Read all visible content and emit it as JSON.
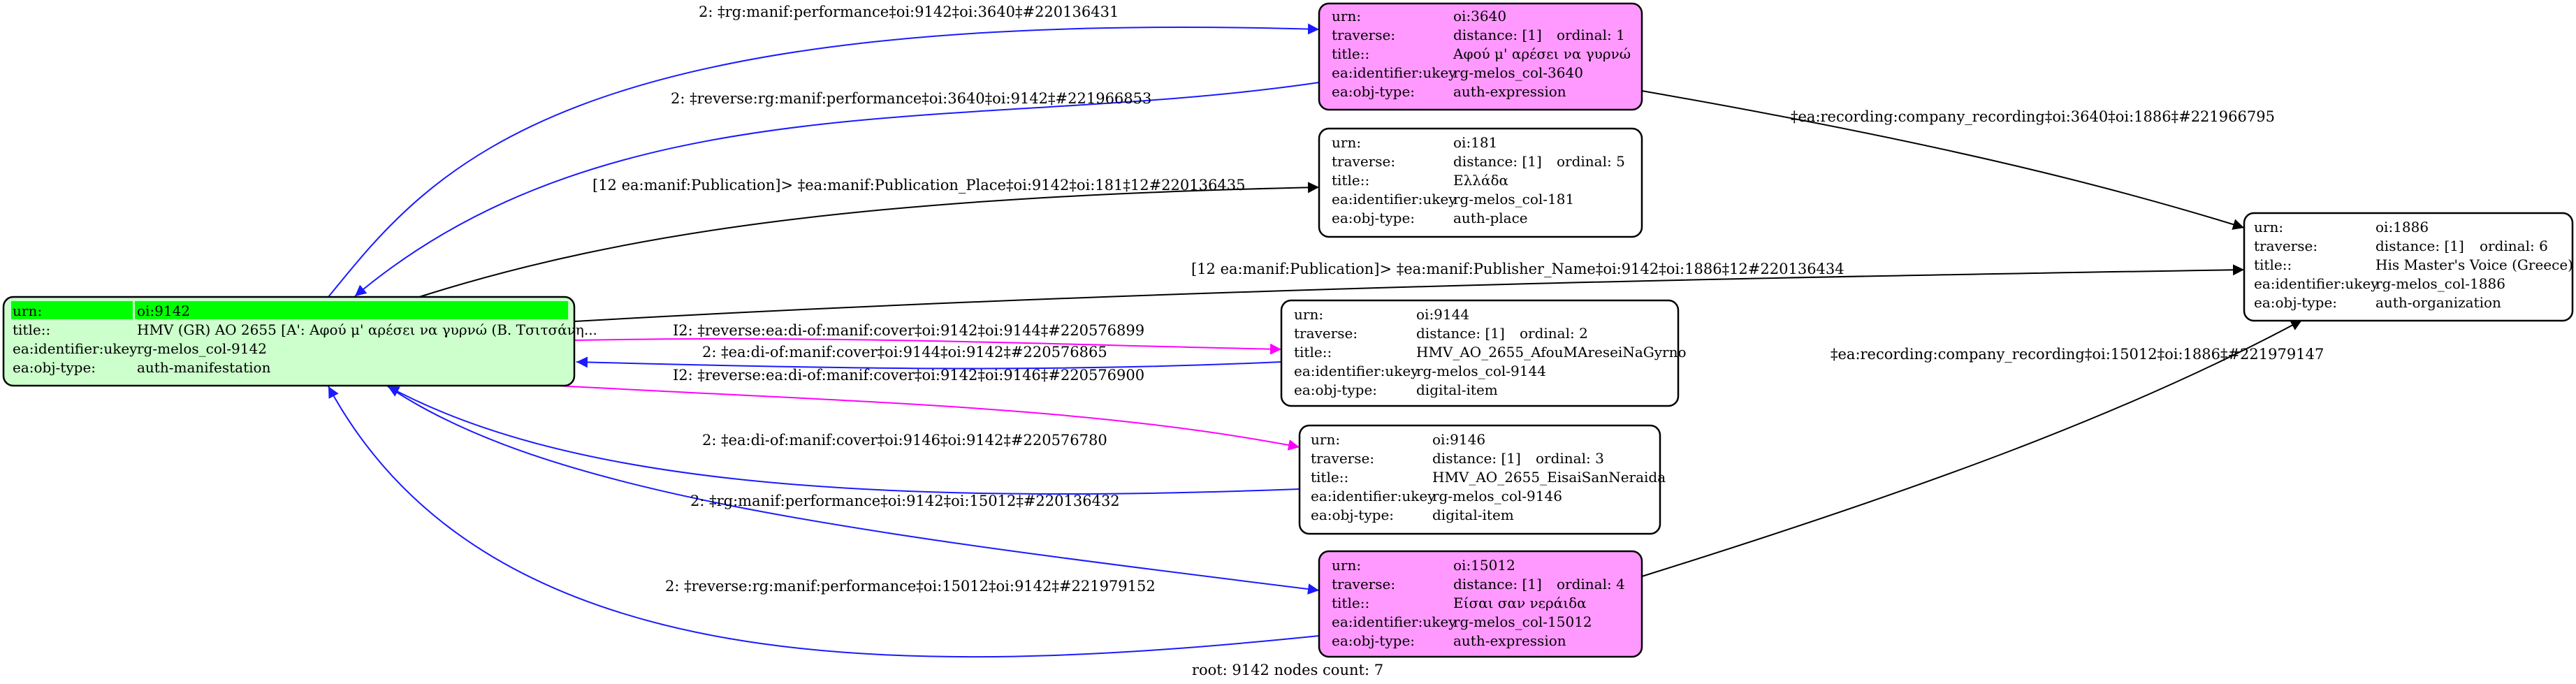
{
  "colors": {
    "blue": "#1a1aff",
    "magenta": "#ff00ff",
    "black": "#000000",
    "root_fill": "#ccffcc",
    "root_highlight": "#00ff00",
    "expression_fill": "#ff99ff",
    "plain_fill": "#ffffff"
  },
  "field_labels": {
    "urn": "urn:",
    "traverse": "traverse:",
    "title": "title::",
    "identifier": "ea:identifier:ukey",
    "obj_type": "ea:obj-type:"
  },
  "nodes": {
    "root": {
      "urn": "oi:9142",
      "title": "HMV (GR) AO 2655 [A': Αφού μ' αρέσει να γυρνώ (Β. Τσιτσάνη...",
      "identifier": "rg-melos_col-9142",
      "obj_type": "auth-manifestation"
    },
    "n3640": {
      "urn": "oi:3640",
      "distance": "distance: [1]",
      "ordinal": "ordinal: 1",
      "title": "Αφού μ' αρέσει να γυρνώ",
      "identifier": "rg-melos_col-3640",
      "obj_type": "auth-expression"
    },
    "n181": {
      "urn": "oi:181",
      "distance": "distance: [1]",
      "ordinal": "ordinal: 5",
      "title": "Ελλάδα",
      "identifier": "rg-melos_col-181",
      "obj_type": "auth-place"
    },
    "n9144": {
      "urn": "oi:9144",
      "distance": "distance: [1]",
      "ordinal": "ordinal: 2",
      "title": "HMV_AO_2655_AfouMAreseiNaGyrno",
      "identifier": "rg-melos_col-9144",
      "obj_type": "digital-item"
    },
    "n9146": {
      "urn": "oi:9146",
      "distance": "distance: [1]",
      "ordinal": "ordinal: 3",
      "title": "HMV_AO_2655_EisaiSanNeraida",
      "identifier": "rg-melos_col-9146",
      "obj_type": "digital-item"
    },
    "n15012": {
      "urn": "oi:15012",
      "distance": "distance: [1]",
      "ordinal": "ordinal: 4",
      "title": "Είσαι σαν νεράιδα",
      "identifier": "rg-melos_col-15012",
      "obj_type": "auth-expression"
    },
    "n1886": {
      "urn": "oi:1886",
      "distance": "distance: [1]",
      "ordinal": "ordinal: 6",
      "title": "His Master's Voice (Greece)",
      "identifier": "rg-melos_col-1886",
      "obj_type": "auth-organization"
    }
  },
  "edges": {
    "e1": "2: ‡rg:manif:performance‡oi:9142‡oi:3640‡#220136431",
    "e2": "2: ‡reverse:rg:manif:performance‡oi:3640‡oi:9142‡#221966853",
    "e3": "[12 ea:manif:Publication]> ‡ea:manif:Publication_Place‡oi:9142‡oi:181‡12#220136435",
    "e4": "[12 ea:manif:Publication]> ‡ea:manif:Publisher_Name‡oi:9142‡oi:1886‡12#220136434",
    "e5": "‡ea:recording:company_recording‡oi:3640‡oi:1886‡#221966795",
    "e6": "‡ea:recording:company_recording‡oi:15012‡oi:1886‡#221979147",
    "e7": "I2: ‡reverse:ea:di-of:manif:cover‡oi:9142‡oi:9144‡#220576899",
    "e8": "2: ‡ea:di-of:manif:cover‡oi:9144‡oi:9142‡#220576865",
    "e9": "I2: ‡reverse:ea:di-of:manif:cover‡oi:9142‡oi:9146‡#220576900",
    "e10": "2: ‡ea:di-of:manif:cover‡oi:9146‡oi:9142‡#220576780",
    "e11": "2: ‡rg:manif:performance‡oi:9142‡oi:15012‡#220136432",
    "e12": "2: ‡reverse:rg:manif:performance‡oi:15012‡oi:9142‡#221979152"
  },
  "footer": "root: 9142 nodes count: 7"
}
